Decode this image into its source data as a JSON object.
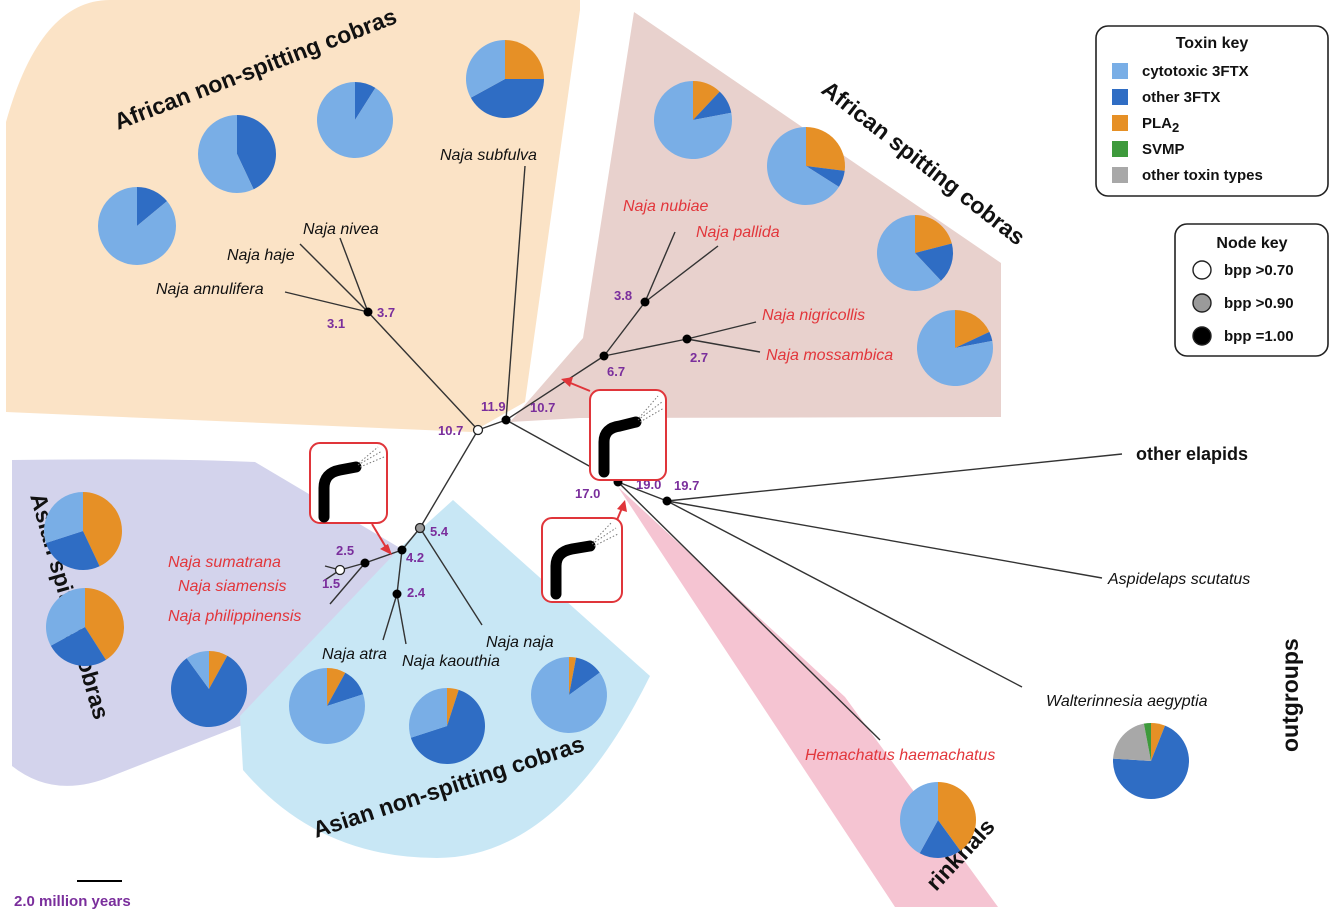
{
  "colors": {
    "cytotoxic_3ftx": "#79aee6",
    "other_3ftx": "#2f6dc4",
    "pla2": "#e69026",
    "svmp": "#3e9a3c",
    "other_toxin_types": "#a8a8a8",
    "taxon_spitting": "#e2363b",
    "taxon_nonspitting": "#111111",
    "node_age": "#7a2e9c",
    "arrow": "#e0353a",
    "bg_african_nonspitting": "#fbe3c6",
    "bg_african_spitting": "#e8d1cd",
    "bg_asian_spitting": "#d3d3ec",
    "bg_asian_nonspitting": "#c8e7f5",
    "bg_rinkhals": "#f5c4d2"
  },
  "clades": {
    "african_nonspitting": "African non-spitting cobras",
    "african_spitting": "African spitting cobras",
    "asian_spitting": "Asian spitting cobras",
    "asian_nonspitting": "Asian non-spitting cobras",
    "rinkhals": "rinkhals",
    "outgroups": "outgroups"
  },
  "taxa": {
    "subfulva": "Naja subfulva",
    "nivea": "Naja nivea",
    "haje": "Naja haje",
    "annulifera": "Naja annulifera",
    "nubiae": "Naja nubiae",
    "pallida": "Naja pallida",
    "nigricollis": "Naja nigricollis",
    "mossambica": "Naja mossambica",
    "sumatrana": "Naja sumatrana",
    "siamensis": "Naja siamensis",
    "philippinensis": "Naja philippinensis",
    "atra": "Naja atra",
    "kaouthia": "Naja kaouthia",
    "naja": "Naja naja",
    "hemachatus": "Hemachatus haemachatus",
    "other_elapids": "other elapids",
    "aspidelaps": "Aspidelaps scutatus",
    "walterinnesia": "Walterinnesia aegyptia"
  },
  "node_ages": {
    "n31": "3.1",
    "n37": "3.7",
    "n119": "11.9",
    "n107a": "10.7",
    "n107b": "10.7",
    "n38": "3.8",
    "n67": "6.7",
    "n27": "2.7",
    "n170": "17.0",
    "n190": "19.0",
    "n197": "19.7",
    "n25": "2.5",
    "n15": "1.5",
    "n42": "4.2",
    "n54": "5.4",
    "n24": "2.4"
  },
  "toxin_key": {
    "title": "Toxin key",
    "items": [
      {
        "label": "cytotoxic 3FTX",
        "color": "#79aee6"
      },
      {
        "label": "other 3FTX",
        "color": "#2f6dc4"
      },
      {
        "label": "PLA",
        "sub": "2",
        "color": "#e69026"
      },
      {
        "label": "SVMP",
        "color": "#3e9a3c"
      },
      {
        "label": "other toxin types",
        "color": "#a8a8a8"
      }
    ]
  },
  "node_key": {
    "title": "Node key",
    "items": [
      {
        "label": "bpp >0.70",
        "fill": "#ffffff"
      },
      {
        "label": "bpp >0.90",
        "fill": "#9a9a9a"
      },
      {
        "label": "bpp =1.00",
        "fill": "#000000"
      }
    ]
  },
  "scale_bar": {
    "label": "2.0 million years"
  },
  "venom_pies": [
    {
      "name": "pie-african-nonspitting-1",
      "values": [
        0.86,
        0.14,
        0,
        0,
        0
      ]
    },
    {
      "name": "pie-african-nonspitting-2",
      "values": [
        0.57,
        0.43,
        0,
        0,
        0
      ]
    },
    {
      "name": "pie-african-nonspitting-3",
      "values": [
        0.91,
        0.09,
        0,
        0,
        0
      ]
    },
    {
      "name": "pie-african-nonspitting-4",
      "values": [
        0.33,
        0.42,
        0.25,
        0,
        0
      ]
    },
    {
      "name": "pie-african-spitting-1",
      "values": [
        0.78,
        0.1,
        0.12,
        0,
        0
      ]
    },
    {
      "name": "pie-african-spitting-2",
      "values": [
        0.66,
        0.07,
        0.27,
        0,
        0
      ]
    },
    {
      "name": "pie-african-spitting-3",
      "values": [
        0.62,
        0.17,
        0.21,
        0,
        0
      ]
    },
    {
      "name": "pie-african-spitting-4",
      "values": [
        0.78,
        0.04,
        0.18,
        0,
        0
      ]
    },
    {
      "name": "pie-asian-spitting-1",
      "values": [
        0.3,
        0.27,
        0.43,
        0,
        0
      ]
    },
    {
      "name": "pie-asian-spitting-2",
      "values": [
        0.33,
        0.26,
        0.41,
        0,
        0
      ]
    },
    {
      "name": "pie-asian-spitting-3",
      "values": [
        0.1,
        0.82,
        0.08,
        0,
        0
      ]
    },
    {
      "name": "pie-asian-nonspitting-1",
      "values": [
        0.8,
        0.12,
        0.08,
        0,
        0
      ]
    },
    {
      "name": "pie-asian-nonspitting-2",
      "values": [
        0.3,
        0.65,
        0.05,
        0,
        0
      ]
    },
    {
      "name": "pie-asian-nonspitting-3",
      "values": [
        0.85,
        0.12,
        0.03,
        0,
        0
      ]
    },
    {
      "name": "pie-rinkhals",
      "values": [
        0.42,
        0.18,
        0.4,
        0,
        0
      ]
    },
    {
      "name": "pie-outgroup",
      "values": [
        0.0,
        0.7,
        0.06,
        0.03,
        0.21
      ]
    }
  ]
}
